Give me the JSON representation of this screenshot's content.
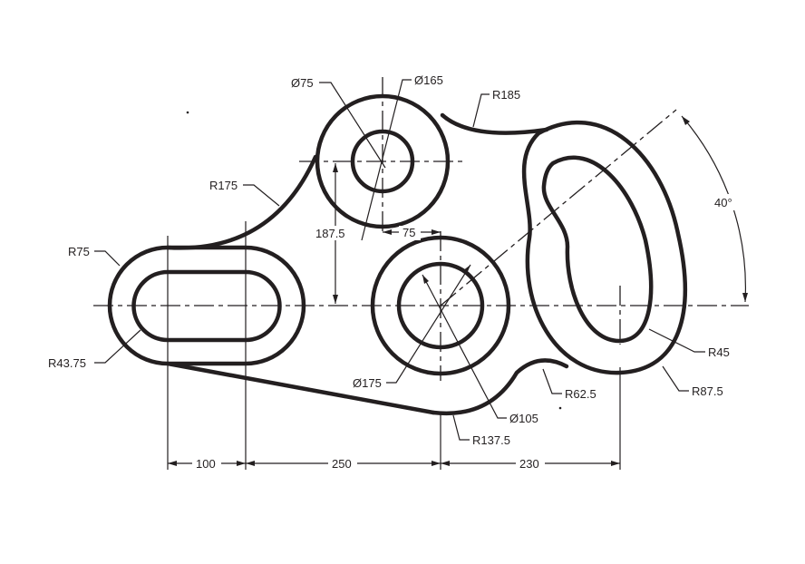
{
  "drawing": {
    "labels": {
      "d75": "Ø75",
      "d165": "Ø165",
      "r185": "R185",
      "r175": "R175",
      "r75": "R75",
      "r43_75": "R43.75",
      "d175": "Ø175",
      "d105": "Ø105",
      "r137_5": "R137.5",
      "r62_5": "R62.5",
      "r45": "R45",
      "r87_5": "R87.5",
      "dim_187_5": "187.5",
      "dim_75": "75",
      "angle_40": "40°",
      "dim_100": "100",
      "dim_250": "250",
      "dim_230": "230"
    }
  }
}
